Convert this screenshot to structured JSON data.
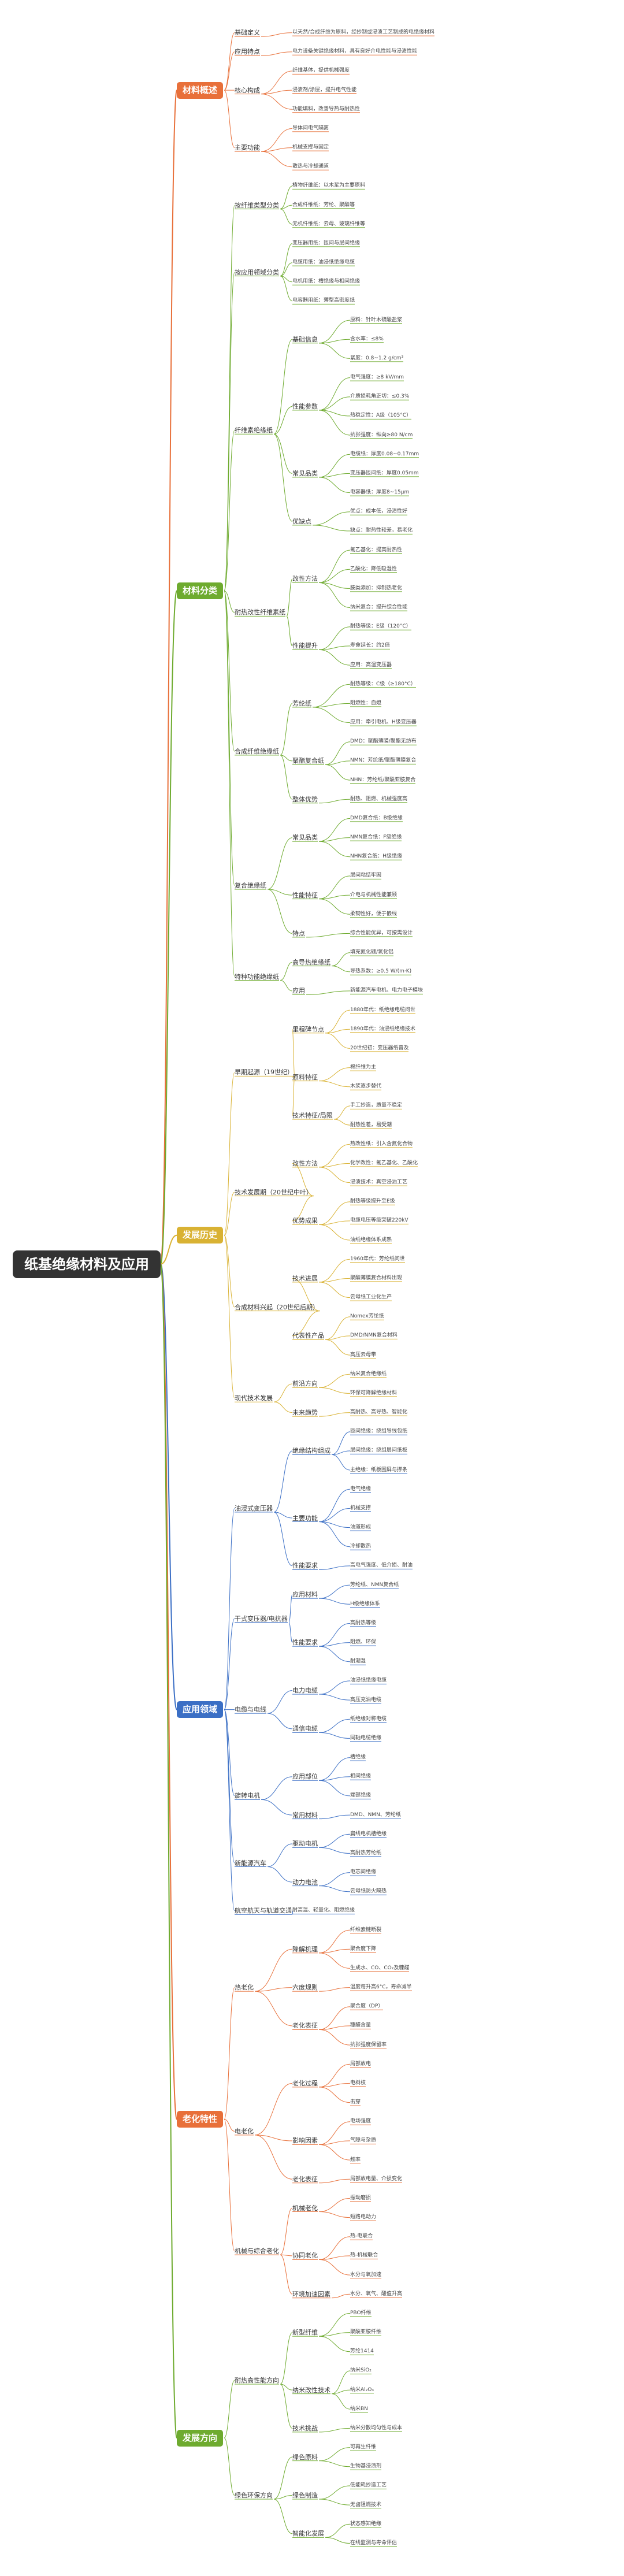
{
  "root": "纸基绝缘材料及应用",
  "tree": [
    {
      "label": "材料概述",
      "color": "#e8703a",
      "children": [
        {
          "label": "基础定义",
          "leaf": "以天然/合成纤维为原料，经抄制或浸渍工艺制成的电绝缘材料"
        },
        {
          "label": "应用特点",
          "leaf": "电力设备关键绝缘材料，具有良好介电性能与浸渍性能"
        },
        {
          "label": "核心构成",
          "children": [
            "纤维基体，提供机械强度",
            "浸渍剂/涂层，提升电气性能",
            "功能填料，改善导热与耐热性"
          ]
        },
        {
          "label": "主要功能",
          "children": [
            "导体间电气隔离",
            "机械支撑与固定",
            "散热与冷却通道"
          ]
        }
      ]
    },
    {
      "label": "材料分类",
      "color": "#6eab2f",
      "children": [
        {
          "label": "按纤维类型分类",
          "children": [
            "植物纤维纸：以木浆为主要原料",
            "合成纤维纸：芳纶、聚酯等",
            "无机纤维纸：云母、玻璃纤维等"
          ]
        },
        {
          "label": "按应用领域分类",
          "children": [
            "变压器用纸：匝间与层间绝缘",
            "电缆用纸：油浸纸绝缘电缆",
            "电机用纸：槽绝缘与相间绝缘",
            "电容器用纸：薄型高密度纸"
          ]
        },
        {
          "label": "纤维素绝缘纸",
          "children": [
            {
              "label": "基础信息",
              "children": [
                "原料：针叶木硫酸盐浆",
                "含水率：≤8%",
                "紧度：0.8~1.2 g/cm³"
              ]
            },
            {
              "label": "性能参数",
              "children": [
                "电气强度：≥8 kV/mm",
                "介质损耗角正切：≤0.3%",
                "热稳定性：A级（105°C）",
                "抗张强度：纵向≥80 N/cm"
              ]
            },
            {
              "label": "常见品类",
              "children": [
                "电缆纸：厚度0.08~0.17mm",
                "变压器匝间纸：厚度0.05mm",
                "电容器纸：厚度8~15μm"
              ]
            },
            {
              "label": "优缺点",
              "children": [
                "优点：成本低，浸渍性好",
                "缺点：耐热性较差，易老化"
              ]
            }
          ]
        },
        {
          "label": "耐热改性纤维素纸",
          "children": [
            {
              "label": "改性方法",
              "children": [
                "氰乙基化：提高耐热性",
                "乙酰化：降低吸湿性",
                "胺类添加：抑制热老化",
                "纳米复合：提升综合性能"
              ]
            },
            {
              "label": "性能提升",
              "children": [
                "耐热等级：E级（120°C）",
                "寿命延长：约2倍",
                "应用：高温变压器"
              ]
            }
          ]
        },
        {
          "label": "合成纤维绝缘纸",
          "children": [
            {
              "label": "芳纶纸",
              "children": [
                "耐热等级：C级（≥180°C）",
                "阻燃性：自熄",
                "应用：牵引电机、H级变压器"
              ]
            },
            {
              "label": "聚酯复合纸",
              "children": [
                "DMD：聚酯薄膜/聚酯无纺布",
                "NMN：芳纶纸/聚酯薄膜复合",
                "NHN：芳纶纸/聚酰亚胺复合"
              ]
            },
            {
              "label": "整体优势",
              "leaf": "耐热、阻燃、机械强度高"
            }
          ]
        },
        {
          "label": "复合绝缘纸",
          "children": [
            {
              "label": "常见品类",
              "children": [
                "DMD复合纸：B级绝缘",
                "NMN复合纸：F级绝缘",
                "NHN复合纸：H级绝缘"
              ]
            },
            {
              "label": "性能特征",
              "children": [
                "层间粘结牢固",
                "介电与机械性能兼顾",
                "柔韧性好，便于嵌线"
              ]
            },
            {
              "label": "特点",
              "leaf": "综合性能优异，可按需设计"
            }
          ]
        },
        {
          "label": "特种功能绝缘纸",
          "children": [
            {
              "label": "高导热绝缘纸",
              "children": [
                "填充氮化硼/氧化铝",
                "导热系数：≥0.5 W/(m·K)"
              ]
            },
            {
              "label": "应用",
              "leaf": "新能源汽车电机、电力电子模块"
            }
          ]
        }
      ]
    },
    {
      "label": "发展历史",
      "color": "#d9b233",
      "children": [
        {
          "label": "早期起源（19世纪）",
          "children": [
            {
              "label": "里程碑节点",
              "children": [
                "1880年代：纸绝缘电缆问世",
                "1890年代：油浸纸绝缘技术",
                "20世纪初：变压器纸普及"
              ]
            },
            {
              "label": "原料特征",
              "children": [
                "棉纤维为主",
                "木浆逐步替代"
              ]
            },
            {
              "label": "技术特征/局限",
              "children": [
                "手工抄造，质量不稳定",
                "耐热性差，易受潮"
              ]
            }
          ]
        },
        {
          "label": "技术发展期（20世纪中叶）",
          "children": [
            {
              "label": "改性方法",
              "children": [
                "热改性纸：引入含氮化合物",
                "化学改性：氰乙基化、乙酰化",
                "浸渍技术：真空浸油工艺"
              ]
            },
            {
              "label": "优势成果",
              "children": [
                "耐热等级提升至E级",
                "电缆电压等级突破220kV",
                "油纸绝缘体系成熟"
              ]
            }
          ]
        },
        {
          "label": "合成材料兴起（20世纪后期）",
          "children": [
            {
              "label": "技术进展",
              "children": [
                "1960年代：芳纶纸问世",
                "聚酯薄膜复合材料出现",
                "云母纸工业化生产"
              ]
            },
            {
              "label": "代表性产品",
              "children": [
                "Nomex芳纶纸",
                "DMD/NMN复合材料",
                "高压云母带"
              ]
            }
          ]
        },
        {
          "label": "现代技术发展",
          "children": [
            {
              "label": "前沿方向",
              "children": [
                "纳米复合绝缘纸",
                "环保可降解绝缘材料"
              ]
            },
            {
              "label": "未来趋势",
              "leaf": "高耐热、高导热、智能化"
            }
          ]
        }
      ]
    },
    {
      "label": "应用领域",
      "color": "#3b6fc5",
      "children": [
        {
          "label": "油浸式变压器",
          "children": [
            {
              "label": "绝缘结构组成",
              "children": [
                "匝间绝缘：绕组导线包纸",
                "层间绝缘：绕组层间纸板",
                "主绝缘：纸板围屏与撑条"
              ]
            },
            {
              "label": "主要功能",
              "children": [
                "电气绝缘",
                "机械支撑",
                "油道形成",
                "冷却散热"
              ]
            },
            {
              "label": "性能要求",
              "leaf": "高电气强度、低介损、耐油"
            }
          ]
        },
        {
          "label": "干式变压器/电抗器",
          "children": [
            {
              "label": "应用材料",
              "children": [
                "芳纶纸、NMN复合纸",
                "H级绝缘体系"
              ]
            },
            {
              "label": "性能要求",
              "children": [
                "高耐热等级",
                "阻燃、环保",
                "耐潮湿"
              ]
            }
          ]
        },
        {
          "label": "电缆与电线",
          "children": [
            {
              "label": "电力电缆",
              "children": [
                "油浸纸绝缘电缆",
                "高压充油电缆"
              ]
            },
            {
              "label": "通信电缆",
              "children": [
                "纸绝缘对称电缆",
                "同轴电缆绝缘"
              ]
            }
          ]
        },
        {
          "label": "旋转电机",
          "children": [
            {
              "label": "应用部位",
              "children": [
                "槽绝缘",
                "相间绝缘",
                "端部绝缘"
              ]
            },
            {
              "label": "常用材料",
              "leaf": "DMD、NMN、芳纶纸"
            }
          ]
        },
        {
          "label": "新能源汽车",
          "children": [
            {
              "label": "驱动电机",
              "children": [
                "扁线电机槽绝缘",
                "高耐热芳纶纸"
              ]
            },
            {
              "label": "动力电池",
              "children": [
                "电芯间绝缘",
                "云母纸防火隔热"
              ]
            }
          ]
        },
        {
          "label": "航空航天与轨道交通",
          "leaf": "耐高温、轻量化、阻燃绝缘"
        }
      ]
    },
    {
      "label": "老化特性",
      "color": "#e8703a",
      "children": [
        {
          "label": "热老化",
          "children": [
            {
              "label": "降解机理",
              "children": [
                "纤维素链断裂",
                "聚合度下降",
                "生成水、CO、CO₂及糠醛"
              ]
            },
            {
              "label": "六度规则",
              "leaf": "温度每升高6°C，寿命减半"
            },
            {
              "label": "老化表征",
              "children": [
                "聚合度（DP）",
                "糠醛含量",
                "抗张强度保留率"
              ]
            }
          ]
        },
        {
          "label": "电老化",
          "children": [
            {
              "label": "老化过程",
              "children": [
                "局部放电",
                "电树枝",
                "击穿"
              ]
            },
            {
              "label": "影响因素",
              "children": [
                "电场强度",
                "气隙与杂质",
                "频率"
              ]
            },
            {
              "label": "老化表征",
              "leaf": "局部放电量、介损变化"
            }
          ]
        },
        {
          "label": "机械与综合老化",
          "children": [
            {
              "label": "机械老化",
              "children": [
                "振动磨损",
                "短路电动力"
              ]
            },
            {
              "label": "协同老化",
              "children": [
                "热-电联合",
                "热-机械联合",
                "水分与氧加速"
              ]
            },
            {
              "label": "环境加速因素",
              "leaf": "水分、氧气、酸值升高"
            }
          ]
        }
      ]
    },
    {
      "label": "发展方向",
      "color": "#6eab2f",
      "children": [
        {
          "label": "耐热高性能方向",
          "children": [
            {
              "label": "新型纤维",
              "children": [
                "PBO纤维",
                "聚酰亚胺纤维",
                "芳纶1414"
              ]
            },
            {
              "label": "纳米改性技术",
              "children": [
                "纳米SiO₂",
                "纳米Al₂O₃",
                "纳米BN"
              ]
            },
            {
              "label": "技术挑战",
              "leaf": "纳米分散均匀性与成本"
            }
          ]
        },
        {
          "label": "绿色环保方向",
          "children": [
            {
              "label": "绿色原料",
              "children": [
                "可再生纤维",
                "生物基浸渍剂"
              ]
            },
            {
              "label": "绿色制造",
              "children": [
                "低能耗抄造工艺",
                "无卤阻燃技术"
              ]
            },
            {
              "label": "智能化发展",
              "children": [
                "状态感知绝缘",
                "在线监测与寿命评估"
              ]
            }
          ]
        }
      ]
    }
  ]
}
